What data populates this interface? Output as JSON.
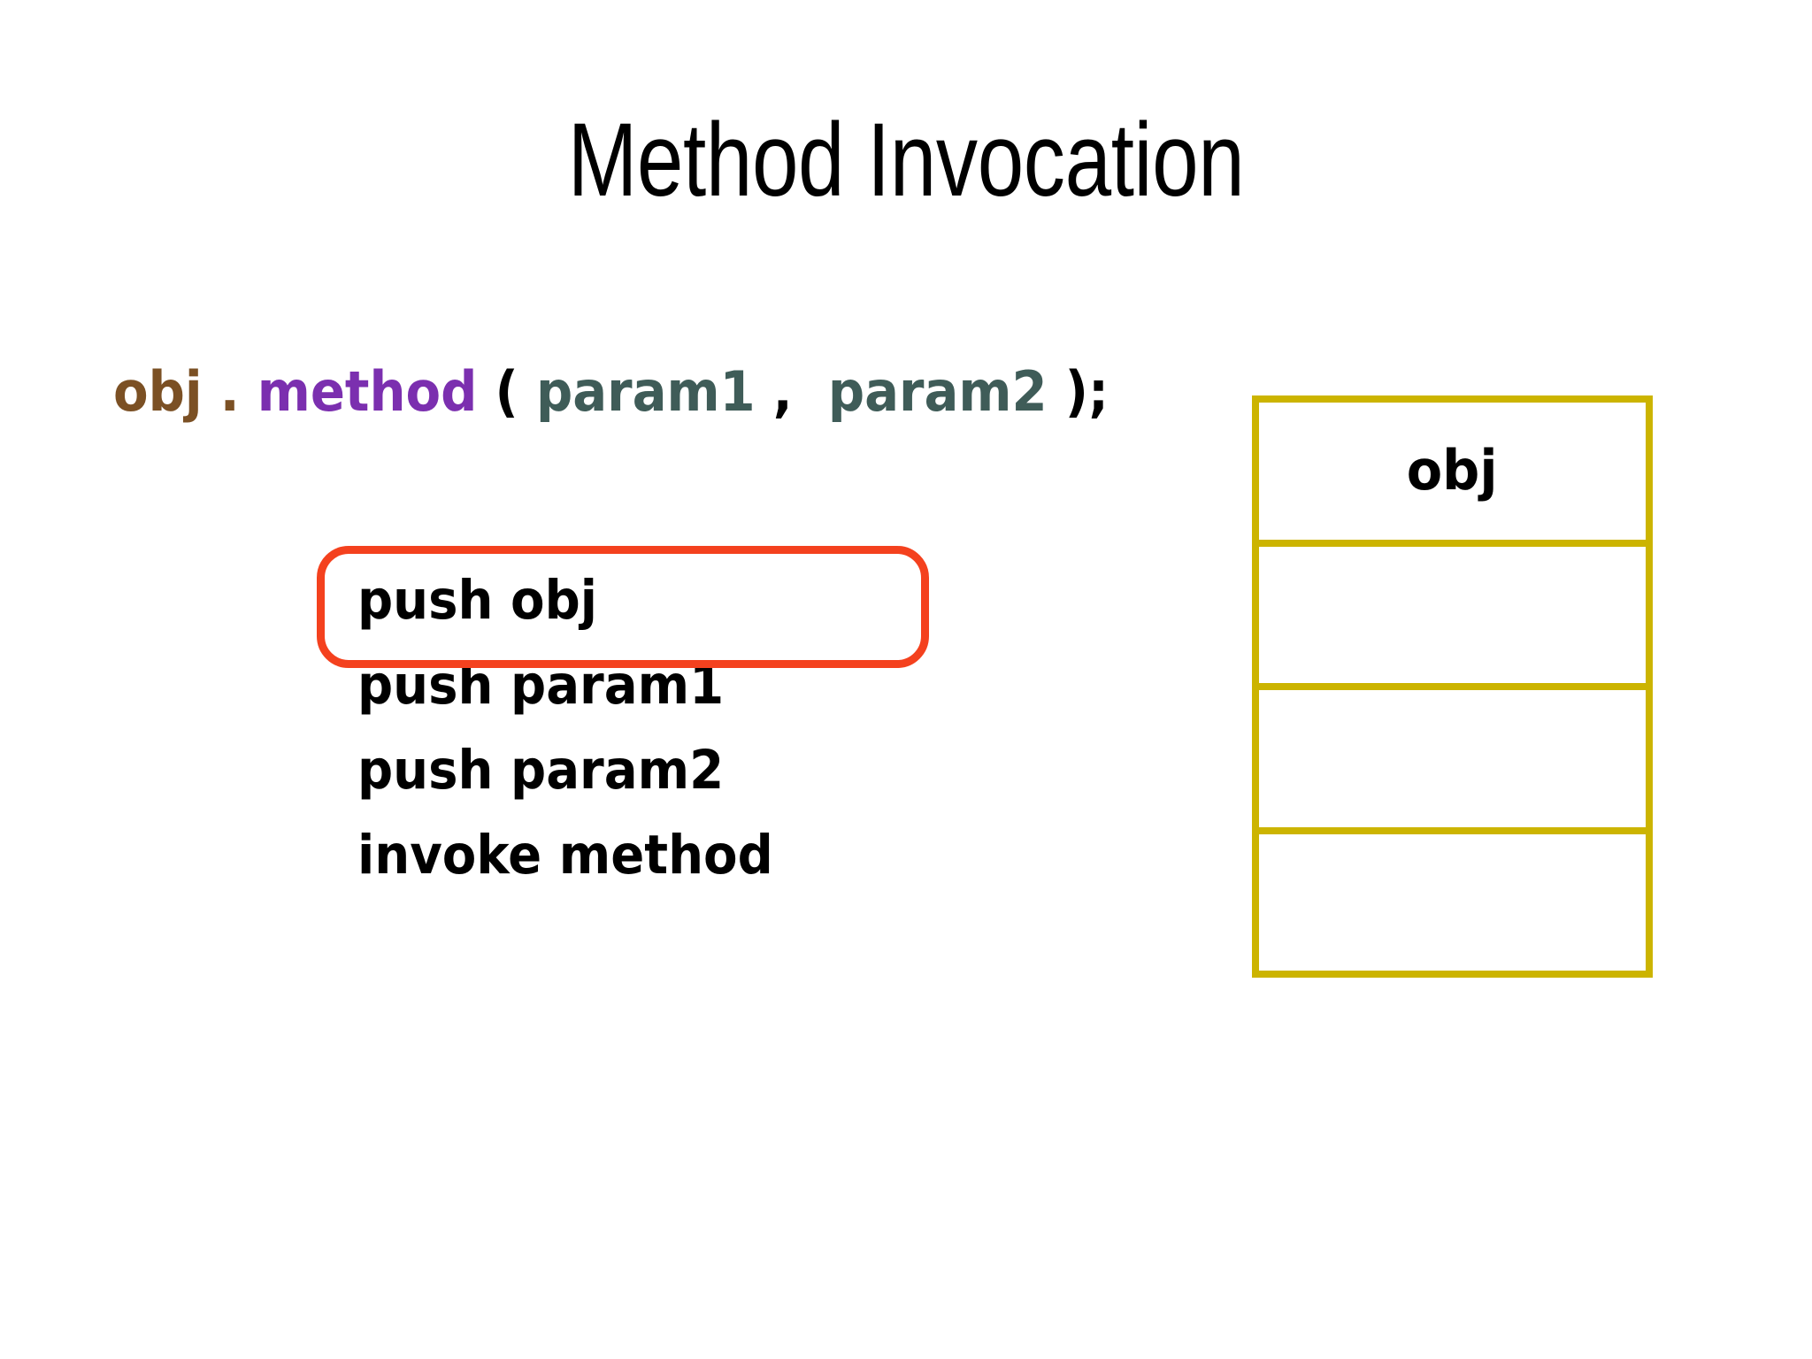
{
  "slide": {
    "title": "Method Invocation",
    "background_color": "#FFFFFF"
  },
  "code_line": {
    "full_text": "obj.method(param1, param2);",
    "tokens": [
      {
        "text": "obj",
        "color": "#7B5024",
        "name": "obj-token"
      },
      {
        "text": ".",
        "color": "#7B5024",
        "name": "dot-token"
      },
      {
        "text": "method",
        "color": "#7B2FAF",
        "name": "method-token"
      },
      {
        "text": "(",
        "color": "#000000",
        "name": "open-paren-token"
      },
      {
        "text": "param1",
        "color": "#3F5C58",
        "name": "param1-token"
      },
      {
        "text": ", ",
        "color": "#000000",
        "name": "comma-token"
      },
      {
        "text": "param2",
        "color": "#3F5C58",
        "name": "param2-token"
      },
      {
        "text": ");",
        "color": "#000000",
        "name": "close-paren-token"
      }
    ]
  },
  "instructions": {
    "highlight_color": "#F4411E",
    "highlighted_index": 0,
    "items": [
      {
        "label": "push obj",
        "highlighted": true
      },
      {
        "label": "push param1",
        "highlighted": false
      },
      {
        "label": "push param2",
        "highlighted": false
      },
      {
        "label": "invoke method",
        "highlighted": false
      }
    ]
  },
  "stack": {
    "border_color": "#CCB400",
    "cells": [
      {
        "label": "obj"
      },
      {
        "label": ""
      },
      {
        "label": ""
      },
      {
        "label": ""
      }
    ]
  }
}
